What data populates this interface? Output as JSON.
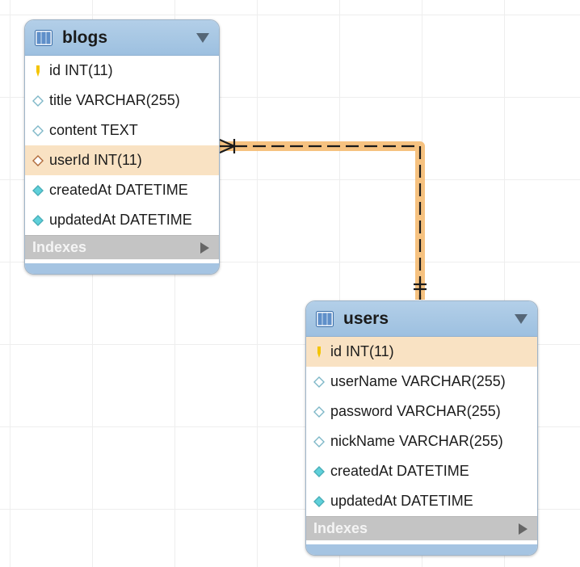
{
  "colors": {
    "header": "#a7c7e4",
    "highlight_row": "#f9e2c3",
    "relationship_glow": "#f5b76a",
    "relationship_line": "#1a1a1a",
    "key_icon": "#f4c400",
    "column_icon": "#5fd0da"
  },
  "tables": [
    {
      "name": "blogs",
      "icon": "table-icon",
      "columns": [
        {
          "label": "id INT(11)",
          "icon": "primary-key-icon",
          "highlight": false
        },
        {
          "label": "title VARCHAR(255)",
          "icon": "nullable-column-icon",
          "highlight": false
        },
        {
          "label": "content TEXT",
          "icon": "nullable-column-icon",
          "highlight": false
        },
        {
          "label": "userId INT(11)",
          "icon": "foreign-key-column-icon",
          "highlight": true
        },
        {
          "label": "createdAt DATETIME",
          "icon": "not-null-column-icon",
          "highlight": false
        },
        {
          "label": "updatedAt DATETIME",
          "icon": "not-null-column-icon",
          "highlight": false
        }
      ],
      "indexes_label": "Indexes"
    },
    {
      "name": "users",
      "icon": "table-icon",
      "columns": [
        {
          "label": "id INT(11)",
          "icon": "primary-key-icon",
          "highlight": true
        },
        {
          "label": "userName VARCHAR(255)",
          "icon": "nullable-column-icon",
          "highlight": false
        },
        {
          "label": "password VARCHAR(255)",
          "icon": "nullable-column-icon",
          "highlight": false
        },
        {
          "label": "nickName VARCHAR(255)",
          "icon": "nullable-column-icon",
          "highlight": false
        },
        {
          "label": "createdAt DATETIME",
          "icon": "not-null-column-icon",
          "highlight": false
        },
        {
          "label": "updatedAt DATETIME",
          "icon": "not-null-column-icon",
          "highlight": false
        }
      ],
      "indexes_label": "Indexes"
    }
  ],
  "relationship": {
    "from": "blogs.userId",
    "to": "users.id",
    "from_end": "crow-foot-many",
    "to_end": "one-mandatory",
    "line_style": "dashed"
  }
}
